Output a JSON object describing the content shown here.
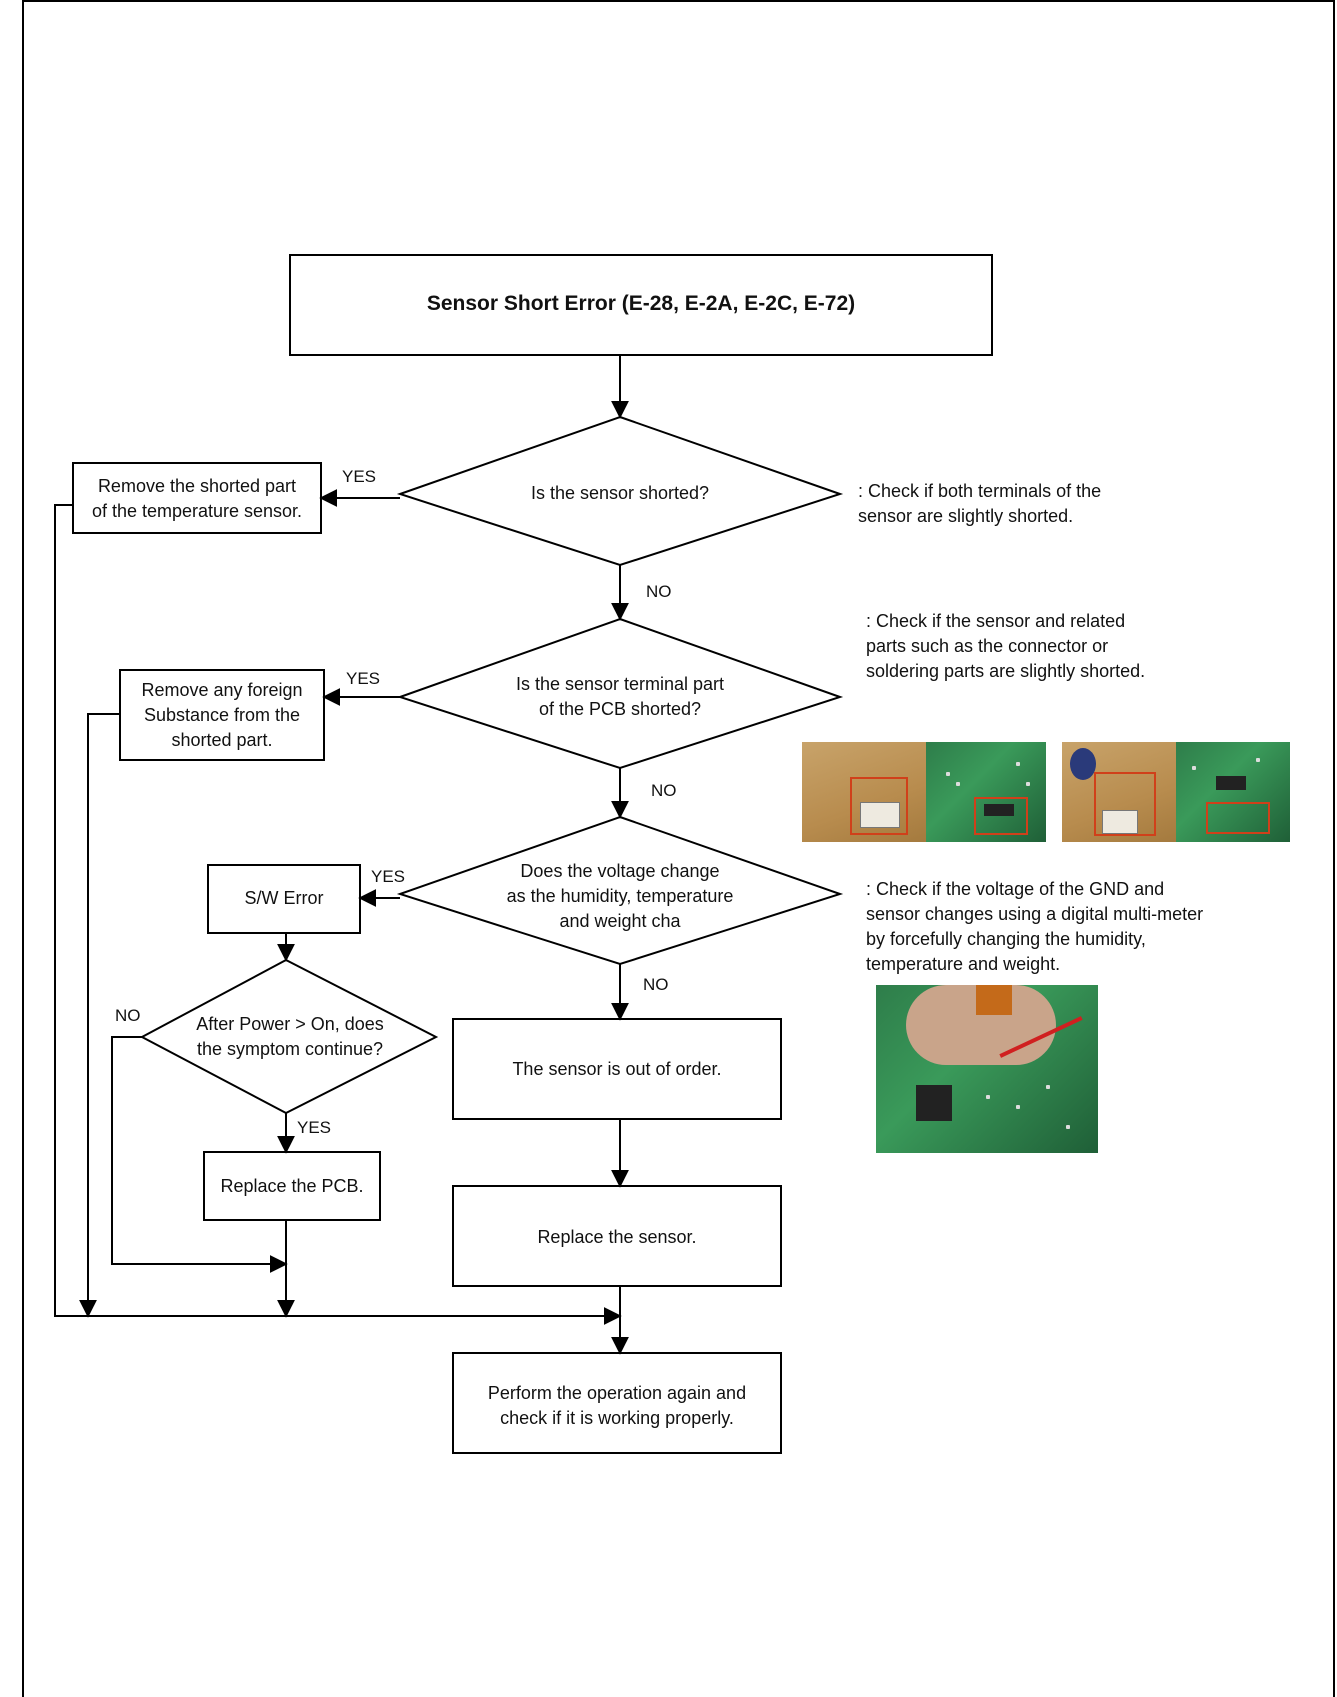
{
  "title": "Sensor Short Error (E-28, E-2A, E-2C, E-72)",
  "decisions": {
    "d1": "Is the sensor shorted?",
    "d2": "Is the sensor terminal part\nof the PCB shorted?",
    "d3": "Does the voltage change\nas the humidity, temperature\nand weight cha",
    "d4": "After Power > On, does\nthe symptom continue?"
  },
  "actions": {
    "remove_short": "Remove the shorted part\nof the temperature sensor.",
    "remove_foreign": "Remove any foreign\nSubstance from the\nshorted part.",
    "sw_error": "S/W Error",
    "replace_pcb": "Replace the PCB.",
    "sensor_out": "The sensor is out of order.",
    "replace_sensor": "Replace the sensor.",
    "perform_again": "Perform the operation again and\ncheck if it is working properly."
  },
  "labels": {
    "yes": "YES",
    "no": "NO"
  },
  "notes": {
    "n1": ": Check if both terminals of the\n  sensor are slightly shorted.",
    "n2": ": Check if the sensor and related\n  parts such as the connector or\n  soldering parts are slightly shorted.",
    "n3": ": Check if the voltage of the GND and\n  sensor changes using a digital multi-meter\n  by forcefully changing the humidity,\n  temperature and weight."
  },
  "colors": {
    "line": "#000000",
    "photo_pcb": "#2e7d4a",
    "photo_board": "#b88c4e",
    "highlight": "#d0401a"
  }
}
